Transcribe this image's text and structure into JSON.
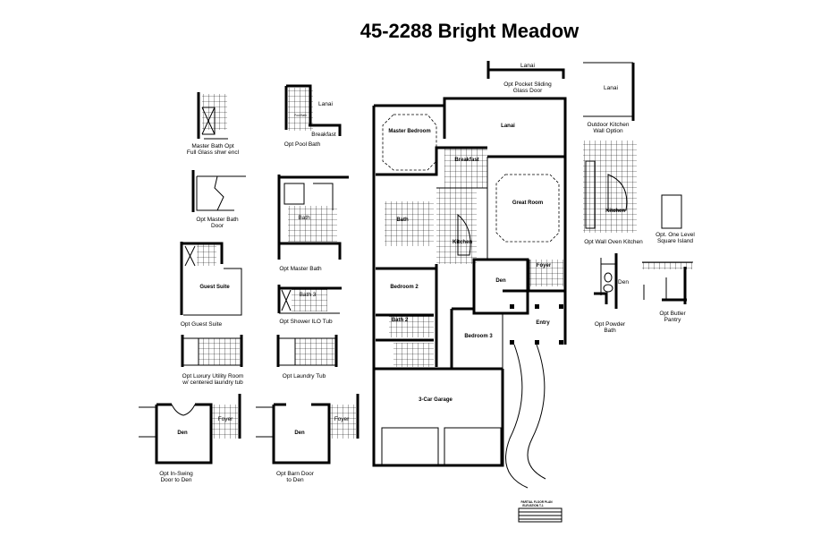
{
  "title": "45-2288 Bright Meadow",
  "main_plan": {
    "rooms": {
      "master_bedroom": "Master Bedroom",
      "lanai": "Lanai",
      "breakfast": "Breakfast",
      "great_room": "Great Room",
      "bath": "Bath",
      "kitchen": "Kitchen",
      "den": "Den",
      "foyer": "Foyer",
      "bedroom_2": "Bedroom 2",
      "bath_2": "Bath 2",
      "bedroom_3": "Bedroom 3",
      "entry": "Entry",
      "garage": "3-Car Garage"
    },
    "legend_title_1": "PARTIAL FLOOR PLAN",
    "legend_title_2": "ELEVATION T-1"
  },
  "options": {
    "master_bath_glass": {
      "line1": "Master Bath Opt",
      "line2": "Full Glass shwr encl"
    },
    "pool_bath": {
      "caption": "Opt Pool Bath",
      "lanai": "Lanai",
      "pool_bath": "Pool Bath",
      "breakfast": "Breakfast"
    },
    "master_bath_door": {
      "line1": "Opt Master Bath",
      "line2": "Door"
    },
    "master_bath": {
      "caption": "Opt Master Bath",
      "bath": "Bath"
    },
    "guest_suite": {
      "caption": "Opt Guest Suite",
      "room": "Guest Suite"
    },
    "shower_ilo_tub": {
      "caption": "Opt Shower ILO Tub",
      "room": "Bath 3"
    },
    "luxury_utility": {
      "line1": "Opt Luxury Utility Room",
      "line2": "w/ centered laundry tub"
    },
    "laundry_tub": {
      "caption": "Opt Laundry Tub"
    },
    "in_swing_door": {
      "line1": "Opt In-Swing",
      "line2": "Door to Den",
      "den": "Den",
      "foyer": "Foyer"
    },
    "barn_door": {
      "line1": "Opt Barn Door",
      "line2": "to Den",
      "den": "Den",
      "foyer": "Foyer"
    },
    "pocket_slider": {
      "lanai": "Lanai",
      "line1": "Opt Pocket Sliding",
      "line2": "Glass Door"
    },
    "outdoor_kitchen": {
      "lanai": "Lanai",
      "line1": "Outdoor Kitchen",
      "line2": "Wall Option"
    },
    "wall_oven_kitchen": {
      "caption": "Opt Wall Oven Kitchen",
      "room": "Kitchen"
    },
    "square_island": {
      "line1": "Opt. One Level",
      "line2": "Square Island"
    },
    "powder_bath": {
      "line1": "Opt Powder",
      "line2": "Bath",
      "den": "Den"
    },
    "butler_pantry": {
      "line1": "Opt Butler",
      "line2": "Pantry"
    }
  }
}
